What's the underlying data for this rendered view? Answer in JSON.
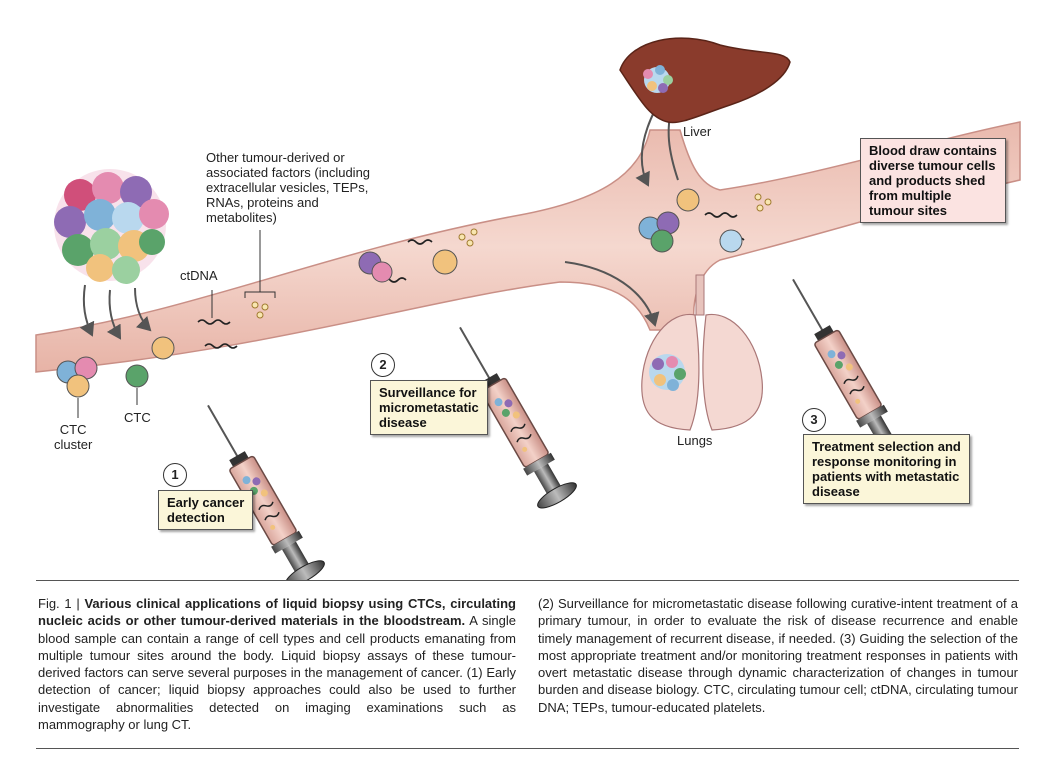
{
  "labels": {
    "liver": "Liver",
    "lungs": "Lungs",
    "ctdna": "ctDNA",
    "ctc": "CTC",
    "ctc_cluster_line1": "CTC",
    "ctc_cluster_line2": "cluster",
    "other_factors": [
      "Other tumour-derived or",
      "associated factors (including",
      "extracellular vesicles, TEPs,",
      "RNAs, proteins and",
      "metabolites)"
    ]
  },
  "steps": [
    {
      "number": "1",
      "lines": [
        "Early cancer",
        "detection"
      ]
    },
    {
      "number": "2",
      "lines": [
        "Surveillance for",
        "micrometastatic",
        "disease"
      ]
    },
    {
      "number": "3",
      "lines": [
        "Treatment selection and",
        "response monitoring in",
        "patients with metastatic",
        "disease"
      ]
    }
  ],
  "blood_draw": [
    "Blood draw contains",
    "diverse tumour cells",
    "and products shed",
    "from multiple",
    "tumour sites"
  ],
  "caption": {
    "prefix": "Fig. 1 | ",
    "title": "Various clinical applications of liquid biopsy using CTCs, circulating nucleic acids or other tumour-derived materials in the bloodstream.",
    "left_text": " A single blood sample can contain a range of cell types and cell products emanating from multiple tumour sites around the body. Liquid biopsy assays of these tumour-derived factors can serve several purposes in the management of cancer. (1) Early detection of cancer; liquid biopsy approaches could also be used to further investigate abnormalities detected on imaging examinations such as mammography or lung CT.",
    "right_text": "(2) Surveillance for micrometastatic disease following curative-intent treatment of a primary tumour, in order to evaluate the risk of disease recurrence and enable timely management of recurrent disease, if needed. (3) Guiding the selection of the most appropriate treatment and/or monitoring treatment responses in patients with overt metastatic disease through dynamic characterization of changes in tumour burden and disease biology. CTC, circulating tumour cell; ctDNA, circulating tumour DNA; TEPs, tumour-educated platelets."
  },
  "colors": {
    "vessel": "#f1cfc4",
    "vessel_edge": "#c98f86",
    "liver": "#8a3b2c",
    "lungs": "#f4d8d2",
    "box_yellow": "#fbf6d9",
    "box_pink": "#fbe3e1"
  }
}
